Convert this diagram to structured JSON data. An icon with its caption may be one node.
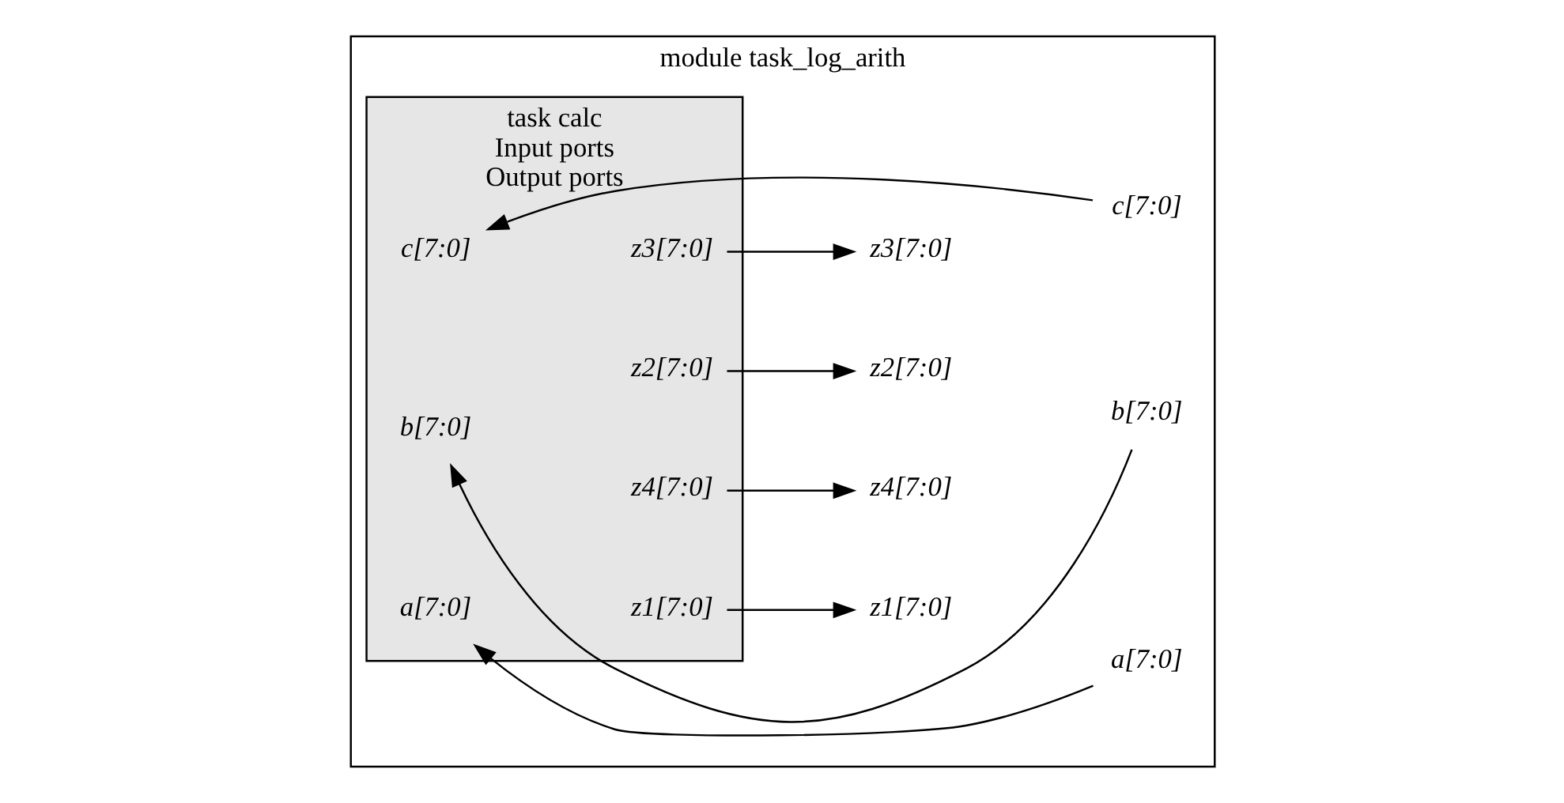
{
  "diagram": {
    "nodes": [
      {
        "text": [
          "module task_log_arith"
        ]
      },
      {
        "text": [
          "task calc",
          "Input ports",
          "Output ports"
        ],
        "in": 0
      },
      {
        "text": [
          "a[7:0]"
        ],
        "in": 0
      },
      {
        "text": [
          "b[7:0]"
        ],
        "in": 0
      },
      {
        "text": [
          "c[7:0]"
        ],
        "in": 0
      },
      {
        "text": [
          "a[7:0]"
        ],
        "in": 1
      },
      {
        "text": [
          "b[7:0]"
        ],
        "in": 1
      },
      {
        "text": [
          "c[7:0]"
        ],
        "in": 1
      },
      {
        "text": [
          "z1[7:0]"
        ],
        "in": 1
      },
      {
        "text": [
          "z2[7:0]"
        ],
        "in": 1
      },
      {
        "text": [
          "z3[7:0]"
        ],
        "in": 1
      },
      {
        "text": [
          "z4[7:0]"
        ],
        "in": 1
      },
      {
        "text": [
          "z1[7:0]"
        ],
        "in": 0
      },
      {
        "text": [
          "z2[7:0]"
        ],
        "in": 0
      },
      {
        "text": [
          "z3[7:0]"
        ],
        "in": 0
      },
      {
        "text": [
          "z4[7:0]"
        ],
        "in": 0
      }
    ],
    "edges": [
      {
        "from": 2,
        "to": 5,
        "arrow": "to"
      },
      {
        "from": 3,
        "to": 6,
        "arrow": "to"
      },
      {
        "from": 4,
        "to": 7,
        "arrow": "to"
      },
      {
        "from": 8,
        "to": 12,
        "arrow": "to"
      },
      {
        "from": 9,
        "to": 13,
        "arrow": "to"
      },
      {
        "from": 10,
        "to": 14,
        "arrow": "to"
      },
      {
        "from": 11,
        "to": 15,
        "arrow": "to"
      }
    ]
  }
}
